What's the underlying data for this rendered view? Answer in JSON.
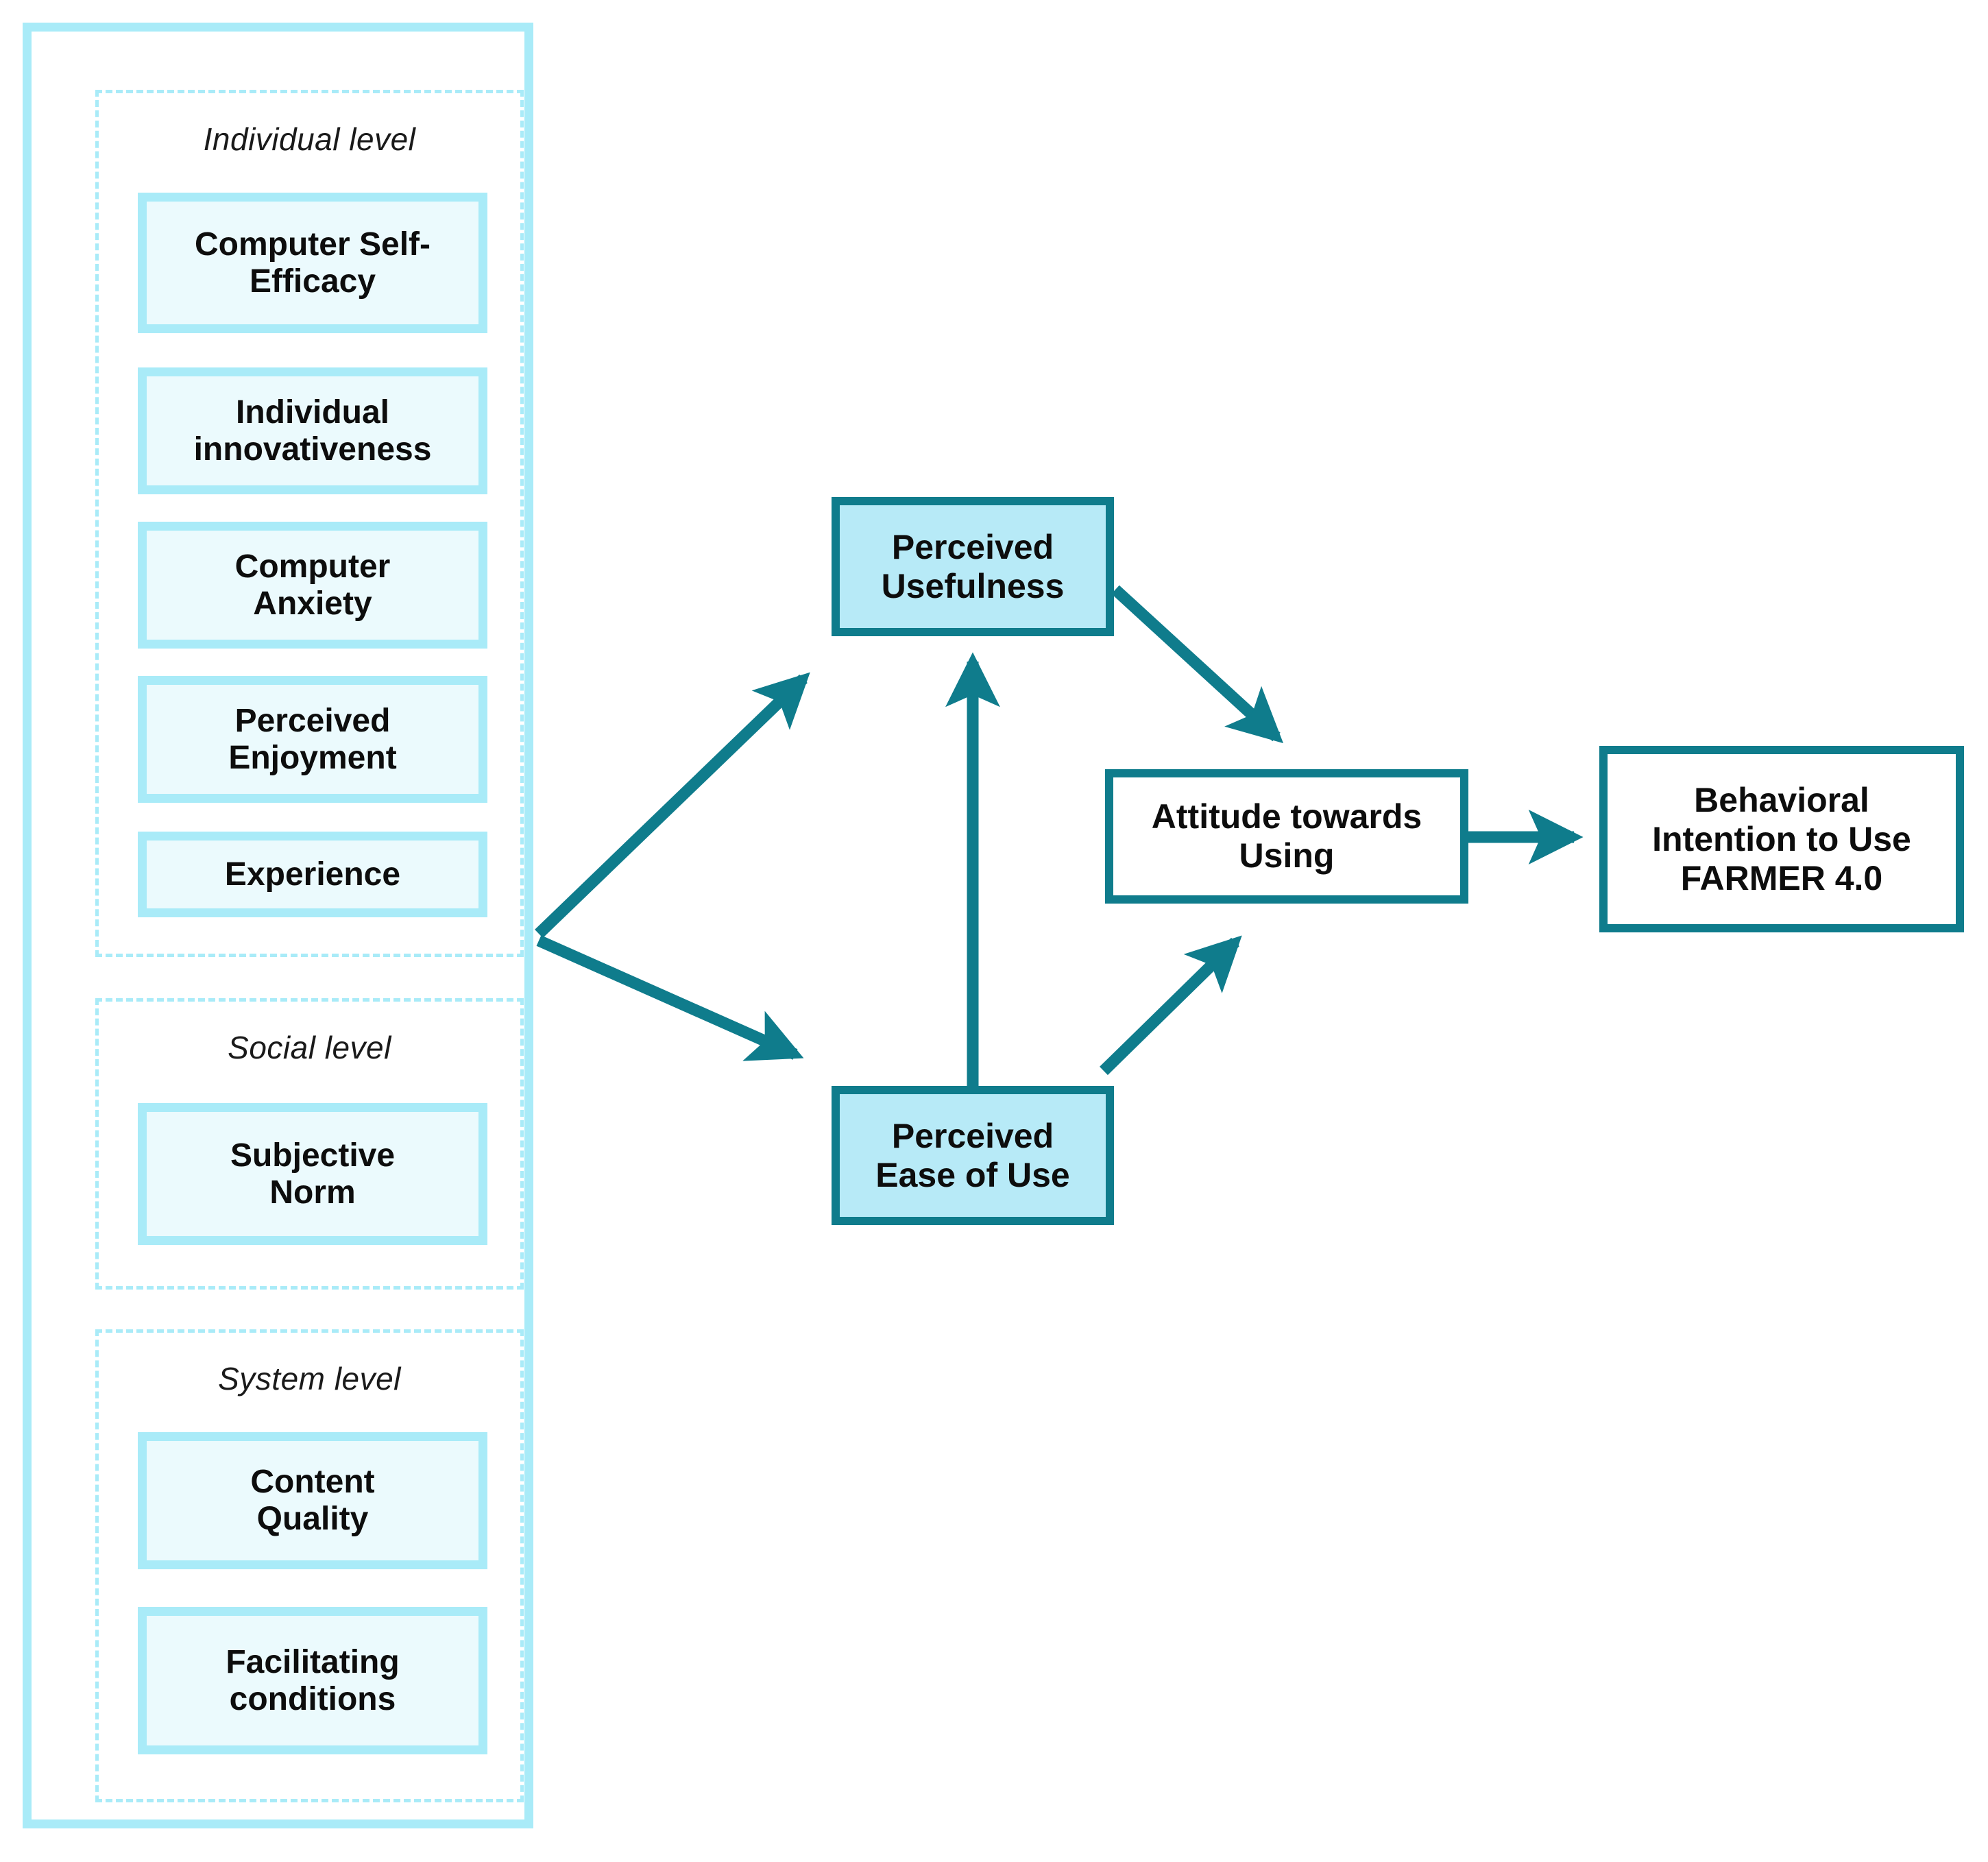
{
  "diagram": {
    "title_present": false,
    "colors": {
      "pale_border": "#A9EBF8",
      "pale_fill": "#EBFAFD",
      "teal_border": "#0F7C8C",
      "teal_fill": "#B7EAF7",
      "arrow": "#0F7C8C",
      "background": "#FFFFFF"
    }
  },
  "antecedents": {
    "groups": [
      {
        "key": "individual",
        "title": "Individual  level",
        "items": [
          {
            "key": "self-efficacy",
            "label": "Computer Self-\nEfficacy"
          },
          {
            "key": "innovativeness",
            "label": "Individual\ninnovativeness"
          },
          {
            "key": "anxiety",
            "label": "Computer\nAnxiety"
          },
          {
            "key": "enjoyment",
            "label": "Perceived\nEnjoyment"
          },
          {
            "key": "experience",
            "label": "Experience"
          }
        ]
      },
      {
        "key": "social",
        "title": "Social level",
        "items": [
          {
            "key": "subjective-norm",
            "label": "Subjective\nNorm"
          }
        ]
      },
      {
        "key": "system",
        "title": "System level",
        "items": [
          {
            "key": "content-quality",
            "label": "Content\nQuality"
          },
          {
            "key": "facilitating",
            "label": "Facilitating\nconditions"
          }
        ]
      }
    ]
  },
  "core": {
    "perceived_usefulness": "Perceived\nUsefulness",
    "perceived_ease_of_use": "Perceived\nEase of Use",
    "attitude_towards_using": "Attitude towards\nUsing",
    "behavioral_intention": "Behavioral\nIntention to Use\nFARMER 4.0"
  },
  "edges": [
    {
      "from": "antecedents",
      "to": "perceived_usefulness",
      "style": "solid-arrow"
    },
    {
      "from": "antecedents",
      "to": "perceived_ease_of_use",
      "style": "solid-arrow"
    },
    {
      "from": "perceived_ease_of_use",
      "to": "perceived_usefulness",
      "style": "solid-arrow"
    },
    {
      "from": "perceived_usefulness",
      "to": "attitude_towards_using",
      "style": "solid-arrow"
    },
    {
      "from": "perceived_ease_of_use",
      "to": "attitude_towards_using",
      "style": "solid-arrow"
    },
    {
      "from": "attitude_towards_using",
      "to": "behavioral_intention",
      "style": "solid-arrow"
    }
  ]
}
